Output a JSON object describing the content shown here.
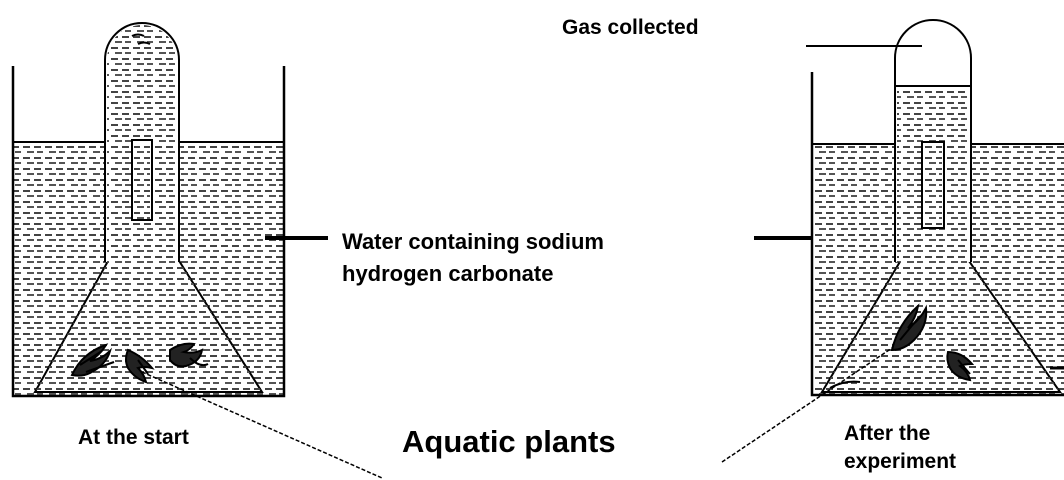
{
  "labels": {
    "gas_collected": "Gas collected",
    "water_line1": "Water containing sodium",
    "water_line2": "hydrogen carbonate",
    "at_the_start": "At the start",
    "aquatic_plants": "Aquatic plants",
    "after_line1": "After the",
    "after_line2": "experiment"
  },
  "colors": {
    "ink": "#000000",
    "background": "#ffffff",
    "water_dash": "#444444"
  }
}
